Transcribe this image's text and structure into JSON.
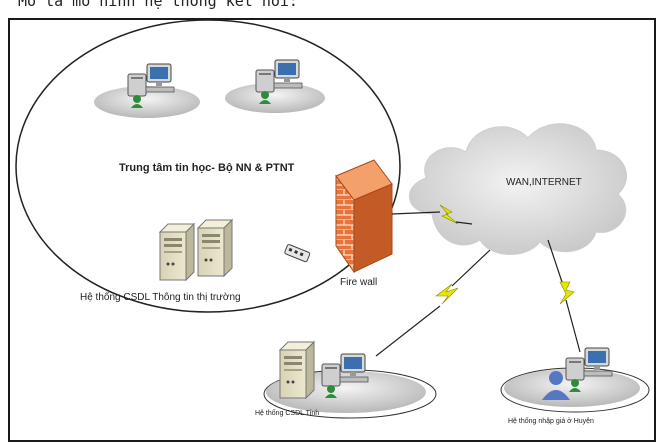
{
  "heading": "Mô tả mô hình hệ thống kết nối:",
  "labels": {
    "center": "Trung tâm tin học- Bộ NN & PTNT",
    "cloud": "WAN,INTERNET",
    "firewall": "Fire wall",
    "db_system": "Hệ thống CSDL Thông tin thị trường",
    "province_system": "Hệ thống CSDL Tỉnh",
    "district_system": "Hệ thống nhập giá ở Huyện"
  },
  "icons": {
    "workstation": "workstation-icon",
    "server": "server-icon",
    "firewall": "firewall-icon",
    "cloud": "cloud-icon",
    "lightning": "lightning-link-icon",
    "switch": "network-switch-icon",
    "user": "user-icon"
  },
  "colors": {
    "firewall": "#e8743c",
    "cloud": "#d9d9d9",
    "lightning": "#e6e600",
    "monitor_screen": "#3a6fb0",
    "user": "#5677c2"
  }
}
